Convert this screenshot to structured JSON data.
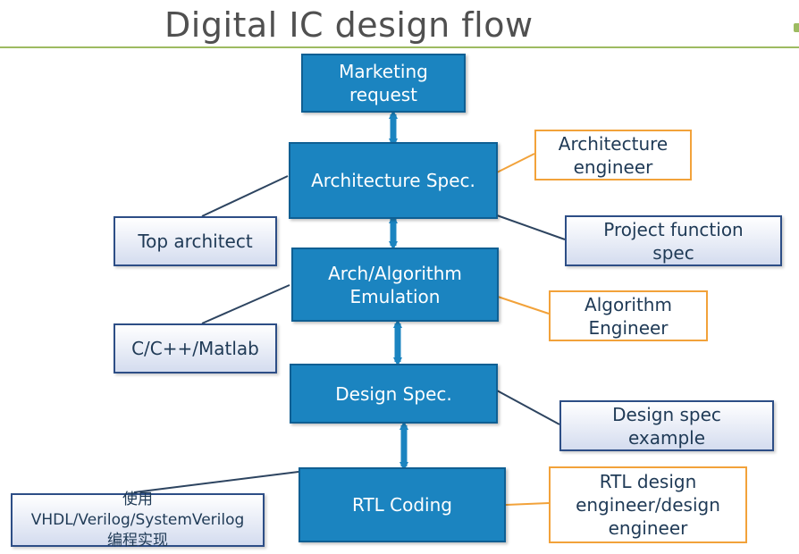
{
  "title": "Digital IC design flow",
  "flow": [
    {
      "id": "marketing",
      "label": "Marketing request"
    },
    {
      "id": "arch_spec",
      "label": "Architecture Spec."
    },
    {
      "id": "emulation",
      "label": "Arch/Algorithm Emulation"
    },
    {
      "id": "design_spec",
      "label": "Design Spec."
    },
    {
      "id": "rtl",
      "label": "RTL Coding"
    }
  ],
  "roles": [
    {
      "label": "Architecture engineer"
    },
    {
      "label": "Algorithm Engineer"
    },
    {
      "label": "RTL design engineer/design engineer"
    }
  ],
  "notes": [
    {
      "label": "Top architect"
    },
    {
      "label": "Project function spec"
    },
    {
      "label": "C/C++/Matlab"
    },
    {
      "label": "Design spec example"
    },
    {
      "label": "使用VHDL/Verilog/SystemVerilog编程实现"
    }
  ],
  "colors": {
    "flow_fill": "#1b84c0",
    "flow_border": "#0f5f93",
    "role_border": "#f2a23a",
    "note_border": "#2d4e86",
    "title_rule": "#9dbb61"
  }
}
